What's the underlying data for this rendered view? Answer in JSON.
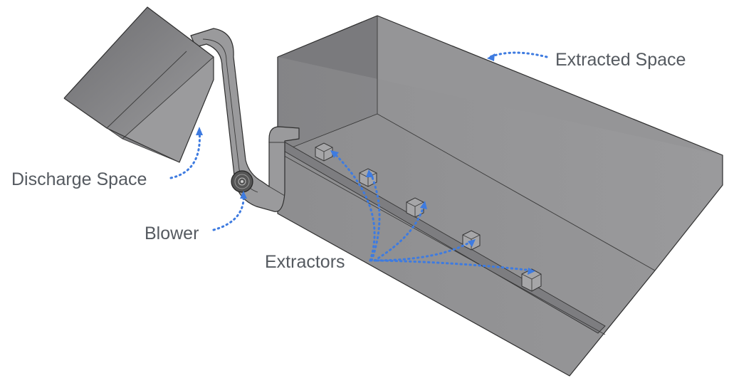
{
  "labels": {
    "extracted_space": "Extracted Space",
    "discharge_space": "Discharge Space",
    "blower": "Blower",
    "extractors": "Extractors"
  },
  "colors": {
    "label_text": "#555a60",
    "leader_line": "#3e7be0",
    "model_fill": "#8b8b8d",
    "model_edge": "#2e2e2e"
  }
}
